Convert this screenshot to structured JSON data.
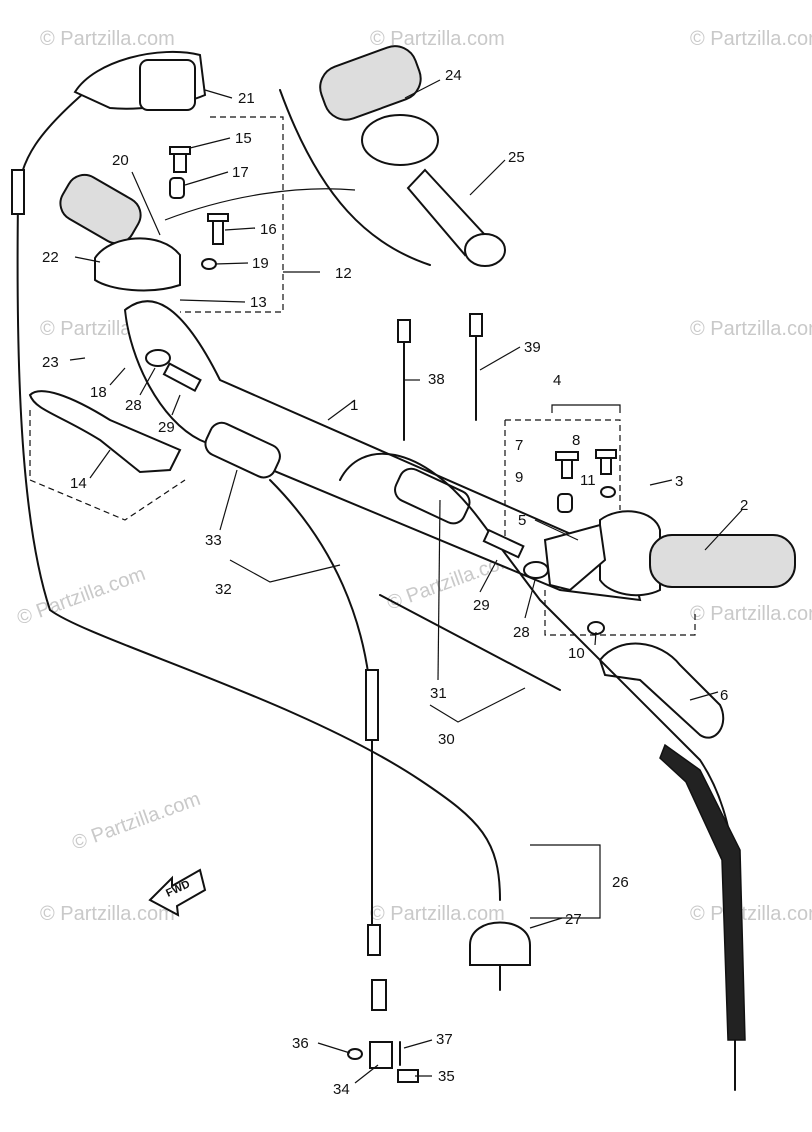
{
  "watermark": "© Partzilla.com",
  "fwd_label": "FWD",
  "callouts": [
    {
      "label": "1"
    },
    {
      "label": "2"
    },
    {
      "label": "3"
    },
    {
      "label": "4"
    },
    {
      "label": "5"
    },
    {
      "label": "6"
    },
    {
      "label": "7"
    },
    {
      "label": "8"
    },
    {
      "label": "9"
    },
    {
      "label": "10"
    },
    {
      "label": "11"
    },
    {
      "label": "12"
    },
    {
      "label": "13"
    },
    {
      "label": "14"
    },
    {
      "label": "15"
    },
    {
      "label": "16"
    },
    {
      "label": "17"
    },
    {
      "label": "18"
    },
    {
      "label": "19"
    },
    {
      "label": "20"
    },
    {
      "label": "21"
    },
    {
      "label": "22"
    },
    {
      "label": "23"
    },
    {
      "label": "24"
    },
    {
      "label": "25"
    },
    {
      "label": "26"
    },
    {
      "label": "27"
    },
    {
      "label": "28"
    },
    {
      "label": "28"
    },
    {
      "label": "29"
    },
    {
      "label": "29"
    },
    {
      "label": "30"
    },
    {
      "label": "31"
    },
    {
      "label": "32"
    },
    {
      "label": "33"
    },
    {
      "label": "34"
    },
    {
      "label": "35"
    },
    {
      "label": "36"
    },
    {
      "label": "37"
    },
    {
      "label": "38"
    },
    {
      "label": "39"
    }
  ]
}
